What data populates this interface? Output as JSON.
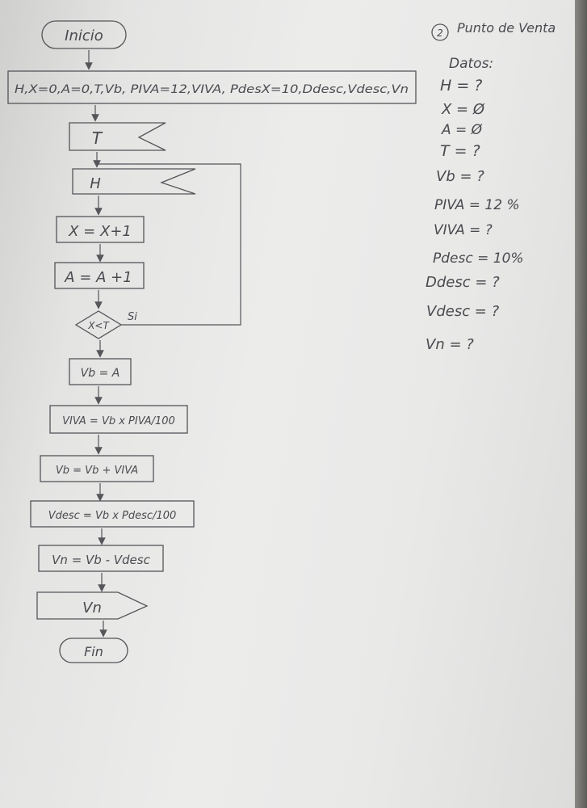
{
  "flowchart": {
    "start": "Inicio",
    "init": "H,X=0,A=0,T,Vb, PIVA=12,VIVA, PdesX=10,Ddesc,Vdesc,Vn",
    "input_t": "T",
    "input_h": "H",
    "step_x": "X = X+1",
    "step_a": "A = A +1",
    "decision": "X<T",
    "decision_yes": "Si",
    "step_vb": "Vb = A",
    "step_viva": "VIVA = Vb x PIVA/100",
    "step_vb2": "Vb = Vb + VIVA",
    "step_vdesc": "Vdesc = Vb x Pdesc/100",
    "step_vn": "Vn = Vb - Vdesc",
    "output": "Vn",
    "end": "Fin"
  },
  "notes": {
    "title_number": "2",
    "title": "Punto de Venta",
    "data_heading": "Datos:",
    "items": [
      "H = ?",
      "X = Ø",
      "A = Ø",
      "T = ?",
      "Vb = ?",
      "PIVA = 12 %",
      "VIVA = ?",
      "Pdesc = 10%",
      "Ddesc = ?",
      "Vdesc = ?",
      "Vn = ?"
    ]
  }
}
